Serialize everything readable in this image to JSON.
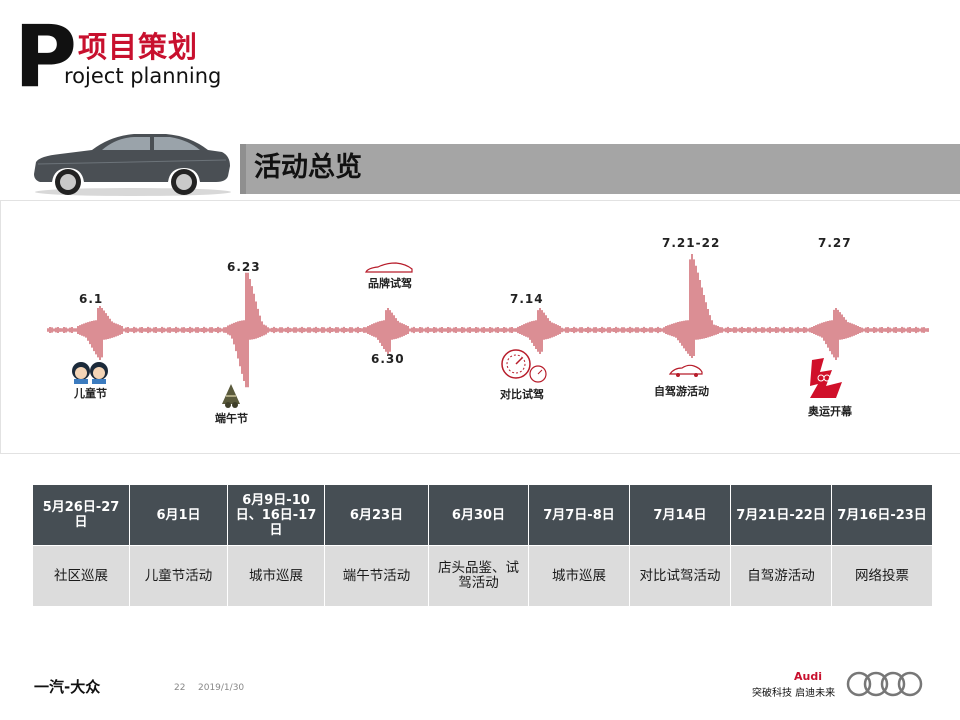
{
  "header": {
    "letter": "P",
    "title_cn": "项目策划",
    "title_en": "roject planning"
  },
  "section": {
    "title": "活动总览"
  },
  "timeline": {
    "dates": {
      "d1": "6.1",
      "d2": "6.23",
      "d3": "6.30",
      "d4": "7.14",
      "d5": "7.21-22",
      "d6": "7.27"
    },
    "labels": {
      "children": "儿童节",
      "dragon": "端午节",
      "brand": "品牌试驾",
      "compare": "对比试驾",
      "selfdrive": "自驾游活动",
      "olympics": "奥运开幕"
    }
  },
  "table": {
    "dates": [
      "5月26日-27日",
      "6月1日",
      "6月9日-10日、16日-17日",
      "6月23日",
      "6月30日",
      "7月7日-8日",
      "7月14日",
      "7月21日-22日",
      "7月16日-23日"
    ],
    "activities": [
      "社区巡展",
      "儿童节活动",
      "城市巡展",
      "端午节活动",
      "店头品鉴、试驾活动",
      "城市巡展",
      "对比试驾活动",
      "自驾游活动",
      "网络投票"
    ]
  },
  "footer": {
    "company": "一汽-大众",
    "page": "22",
    "date": "2019/1/30",
    "brand": "Audi",
    "slogan": "突破科技 启迪未来"
  },
  "colors": {
    "accent_red": "#c8102e",
    "table_header": "#464e54",
    "table_row": "#dcdcdc",
    "banner": "#a5a5a5"
  }
}
